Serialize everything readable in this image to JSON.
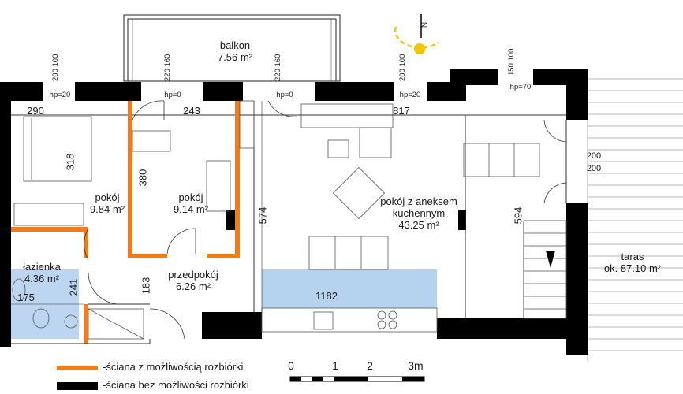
{
  "rooms": {
    "balkon": {
      "name": "balkon",
      "area": "7.56 m²"
    },
    "pokoj1": {
      "name": "pokój",
      "area": "9.84 m²"
    },
    "pokoj2": {
      "name": "pokój",
      "area": "9.14 m²"
    },
    "lazienka": {
      "name": "łazienka",
      "area": "4.36 m²"
    },
    "przedpokoj": {
      "name": "przedpokój",
      "area": "6.26 m²"
    },
    "aneks": {
      "name_line1": "pokój z aneksem",
      "name_line2": "kuchennym",
      "area": "43.25 m²"
    },
    "taras": {
      "name": "taras",
      "area": "ok. 87.10 m²"
    }
  },
  "dimensions": {
    "d290": "290",
    "d318": "318",
    "d243": "243",
    "d817": "817",
    "d380": "380",
    "d574": "574",
    "d594": "594",
    "d183": "183",
    "d241": "241",
    "d175": "175",
    "d1182": "1182"
  },
  "windows": [
    {
      "a": "200",
      "b": "100",
      "hp": "hp=20"
    },
    {
      "a": "220",
      "b": "160",
      "hp": "hp=0"
    },
    {
      "a": "220",
      "b": "160",
      "hp": "hp=0"
    },
    {
      "a": "200",
      "b": "100",
      "hp": "hp=20"
    },
    {
      "a": "150",
      "b": "100",
      "hp": "hp=70"
    }
  ],
  "door_right": {
    "a": "200",
    "b": "200"
  },
  "legend": {
    "removable": "-ściana z możliwością rozbiórki",
    "permanent": "-ściana bez możliwości rozbiórki",
    "removable_color": "#f07d1a",
    "permanent_color": "#000000"
  },
  "scale": {
    "t0": "0",
    "t1": "1",
    "t2": "2",
    "t3": "3m"
  },
  "compass": {
    "icon": "north-compass-icon",
    "letter": "N"
  },
  "colors": {
    "bathroom": "#bcd6f2",
    "counter": "#b5d3ef"
  }
}
